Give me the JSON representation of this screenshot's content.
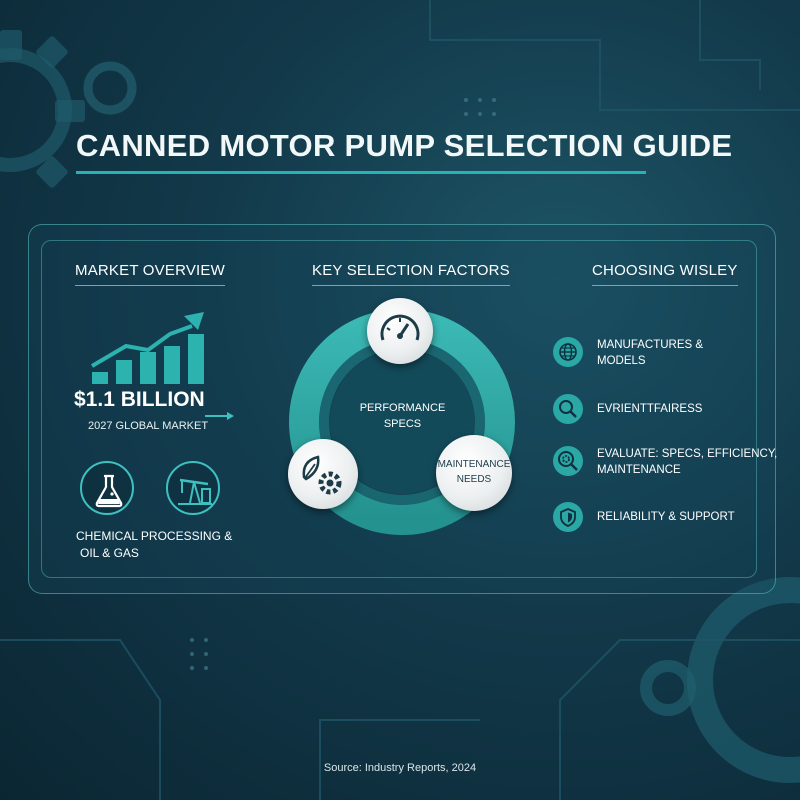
{
  "colors": {
    "background_dark": "#0b2633",
    "background_mid": "#1d5566",
    "accent_teal": "#27b3b3",
    "accent_light": "#3fc0c0",
    "node_white": "#eceff0"
  },
  "title": "CANNED MOTOR PUMP SELECTION GUIDE",
  "market_overview": {
    "heading": "MARKET OVERVIEW",
    "value": "$1.1 BILLION",
    "value_caption": "2027 GLOBAL MARKET",
    "chart_icon": "rising-bar-chart-icon",
    "sector_icons": [
      "chemical-flask-icon",
      "oil-pumpjack-icon"
    ],
    "sectors_line1": "CHEMICAL PROCESSING &",
    "sectors_line2": "OIL & GAS"
  },
  "key_factors": {
    "heading": "KEY SELECTION FACTORS",
    "center_line1": "PERFORMANCE",
    "center_line2": "SPECS",
    "nodes": [
      {
        "icon": "gauge-icon"
      },
      {
        "icon": "leaf-gear-icon"
      },
      {
        "label_line1": "MAINTENANCE",
        "label_line2": "NEEDS"
      }
    ]
  },
  "choosing": {
    "heading": "CHOOSING WISLEY",
    "items": [
      {
        "icon": "globe-icon",
        "line1": "MANUFACTURES &",
        "line2": "MODELS"
      },
      {
        "icon": "magnifier-icon",
        "line1": "EVRIENTTFAIRESS",
        "line2": ""
      },
      {
        "icon": "magnifier-gear-icon",
        "line1": "EVALUATE: SPECS, EFFICIENCY,",
        "line2": "MAINTENANCE"
      },
      {
        "icon": "shield-icon",
        "line1": "RELIABILITY & SUPPORT",
        "line2": ""
      }
    ]
  },
  "source": "Source: Industry Reports, 2024"
}
